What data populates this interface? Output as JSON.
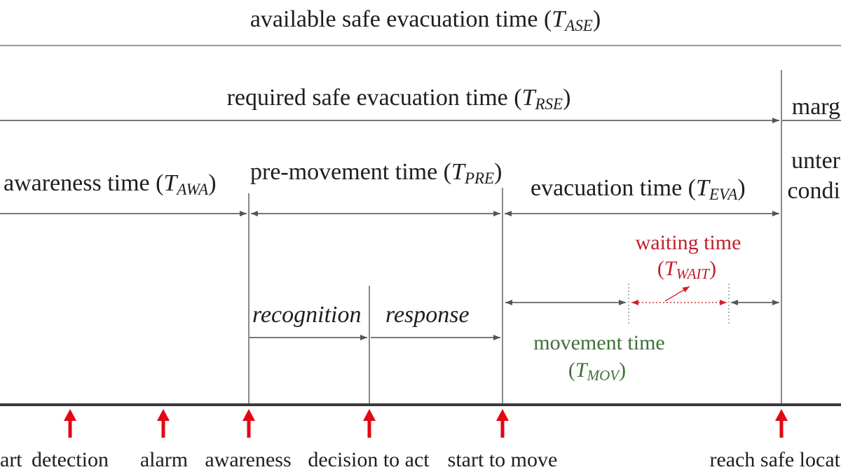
{
  "diagram": {
    "ase": {
      "prefix": "available safe evacuation time (",
      "symbol": "T",
      "subscript": "ASE",
      "suffix": ")"
    },
    "rse": {
      "prefix": "required safe evacuation time (",
      "symbol": "T",
      "subscript": "RSE",
      "suffix": ")"
    },
    "awa": {
      "prefix": "awareness time (",
      "symbol": "T",
      "subscript": "AWA",
      "suffix": ")"
    },
    "pre": {
      "prefix": "pre-movement time (",
      "symbol": "T",
      "subscript": "PRE",
      "suffix": ")"
    },
    "eva": {
      "prefix": "evacuation time (",
      "symbol": "T",
      "subscript": "EVA",
      "suffix": ")"
    },
    "recognition": "recognition",
    "response": "response",
    "waiting": {
      "title": "waiting time",
      "prefix": "(",
      "symbol": "T",
      "subscript": "WAIT",
      "suffix": ")"
    },
    "movement": {
      "title": "movement time",
      "prefix": "(",
      "symbol": "T",
      "subscript": "MOV",
      "suffix": ")"
    },
    "margin": "marg",
    "untenable": [
      "unter",
      "condi"
    ]
  },
  "events": [
    "art",
    "detection",
    "alarm",
    "awareness",
    "decision to act",
    "start to move",
    "reach safe locat"
  ],
  "colors": {
    "text": "#1e1e1e",
    "line": "#777777",
    "timeline": "#3a3a3a",
    "event_arrow": "#e30613",
    "waiting": "#c0202e",
    "movement": "#3f6f38"
  }
}
